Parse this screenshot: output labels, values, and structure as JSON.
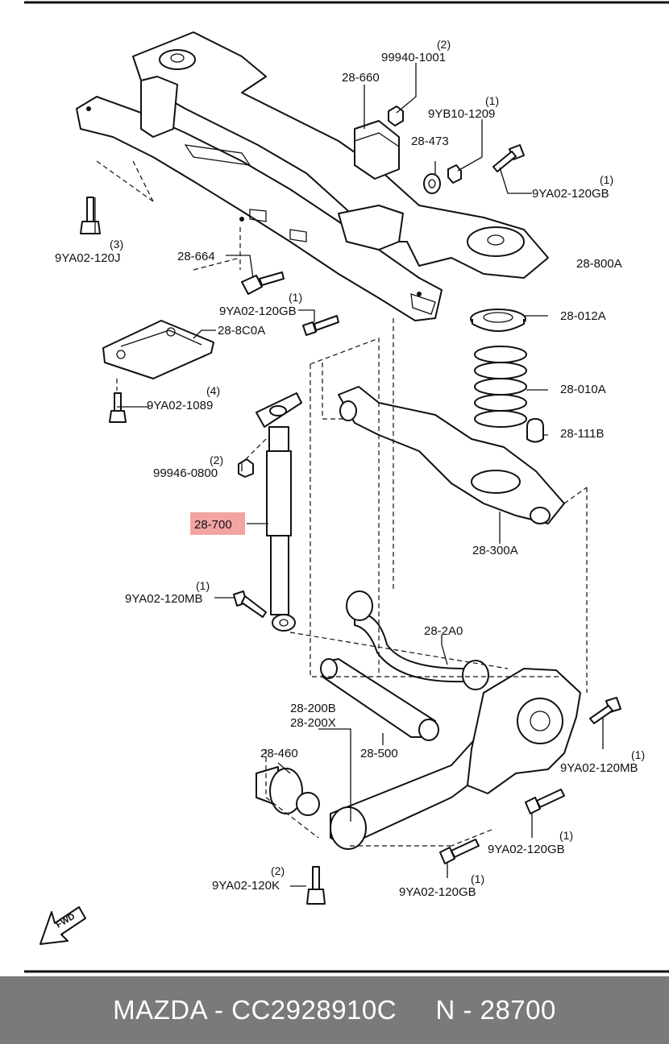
{
  "footer": {
    "text": "MAZDA - CC2928910C     N - 28700"
  },
  "highlight_color": "#f4a3a3",
  "labels": {
    "l_99940_qty": "(2)",
    "l_99940": "99940-1001",
    "l_28660": "28-660",
    "l_9yb10_qty": "(1)",
    "l_9yb10": "9YB10-1209",
    "l_28473": "28-473",
    "l_9ya02gb_top_qty": "(1)",
    "l_9ya02gb_top": "9YA02-120GB",
    "l_9ya02j_qty": "(3)",
    "l_9ya02j": "9YA02-120J",
    "l_28664": "28-664",
    "l_28800a": "28-800A",
    "l_9ya02gb_mid_qty": "(1)",
    "l_9ya02gb_mid": "9YA02-120GB",
    "l_288c0a": "28-8C0A",
    "l_28012a": "28-012A",
    "l_1089_qty": "(4)",
    "l_1089": "9YA02-1089",
    "l_28010a": "28-010A",
    "l_99946_qty": "(2)",
    "l_99946": "99946-0800",
    "l_28111b": "28-111B",
    "l_28700": "28-700",
    "l_28300a": "28-300A",
    "l_mb_left_qty": "(1)",
    "l_mb_left": "9YA02-120MB",
    "l_282a0": "28-2A0",
    "l_28200b": "28-200B",
    "l_28200x": "28-200X",
    "l_28460": "28-460",
    "l_28500": "28-500",
    "l_mb_right_qty": "(1)",
    "l_mb_right": "9YA02-120MB",
    "l_gb_low_r_qty": "(1)",
    "l_gb_low_r": "9YA02-120GB",
    "l_k_qty": "(2)",
    "l_k": "9YA02-120K",
    "l_gb_low_c_qty": "(1)",
    "l_gb_low_c": "9YA02-120GB",
    "fwd": "FWD"
  }
}
